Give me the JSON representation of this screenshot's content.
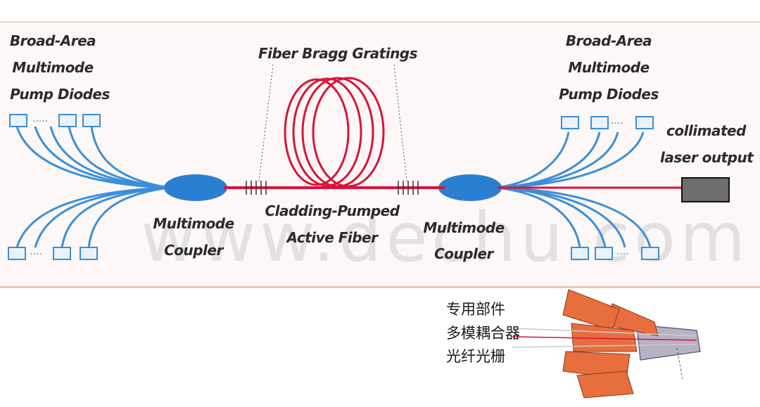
{
  "labels": {
    "pump_left": [
      "Broad-Area",
      "Multimode",
      "Pump Diodes"
    ],
    "pump_right": [
      "Broad-Area",
      "Multimode",
      "Pump Diodes"
    ],
    "fbg": "Fiber Bragg Gratings",
    "active_fiber": [
      "Cladding-Pumped",
      "Active Fiber"
    ],
    "coupler_left": [
      "Multimode",
      "Coupler"
    ],
    "coupler_right": [
      "Multimode",
      "Coupler"
    ],
    "output": [
      "collimated",
      "laser output"
    ]
  },
  "watermark": "www.dechu.com",
  "legend_cn": [
    "专用部件",
    "多模耦合器",
    "光纤光栅"
  ],
  "colors": {
    "fiber_blue": "#3a8fd8",
    "coupler_blue": "#2b7fd0",
    "active_red": "#d8143a",
    "diode_outline": "#3a8fd8",
    "cable_orange": "#e86e3e"
  }
}
